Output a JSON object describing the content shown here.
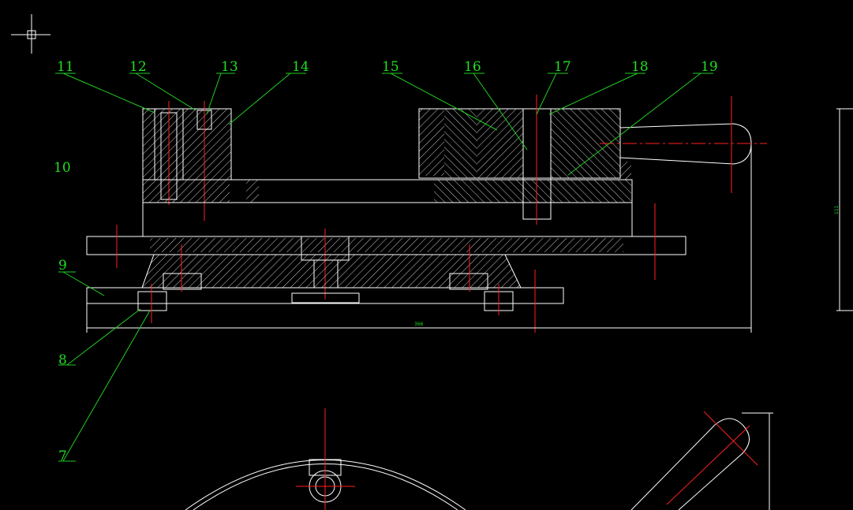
{
  "callouts": [
    {
      "id": "11",
      "text": "11"
    },
    {
      "id": "12",
      "text": "12"
    },
    {
      "id": "13",
      "text": "13"
    },
    {
      "id": "14",
      "text": "14"
    },
    {
      "id": "15",
      "text": "15"
    },
    {
      "id": "16",
      "text": "16"
    },
    {
      "id": "17",
      "text": "17"
    },
    {
      "id": "18",
      "text": "18"
    },
    {
      "id": "19",
      "text": "19"
    },
    {
      "id": "10",
      "text": "10"
    },
    {
      "id": "9",
      "text": "9"
    },
    {
      "id": "8",
      "text": "8"
    },
    {
      "id": "7",
      "text": "7"
    }
  ],
  "dimensions": {
    "overall_width": "366",
    "overall_height": "111"
  },
  "colors": {
    "background": "#000000",
    "geometry": "#ffffff",
    "annotation": "#22dd22",
    "centerline": "#ff2020"
  }
}
